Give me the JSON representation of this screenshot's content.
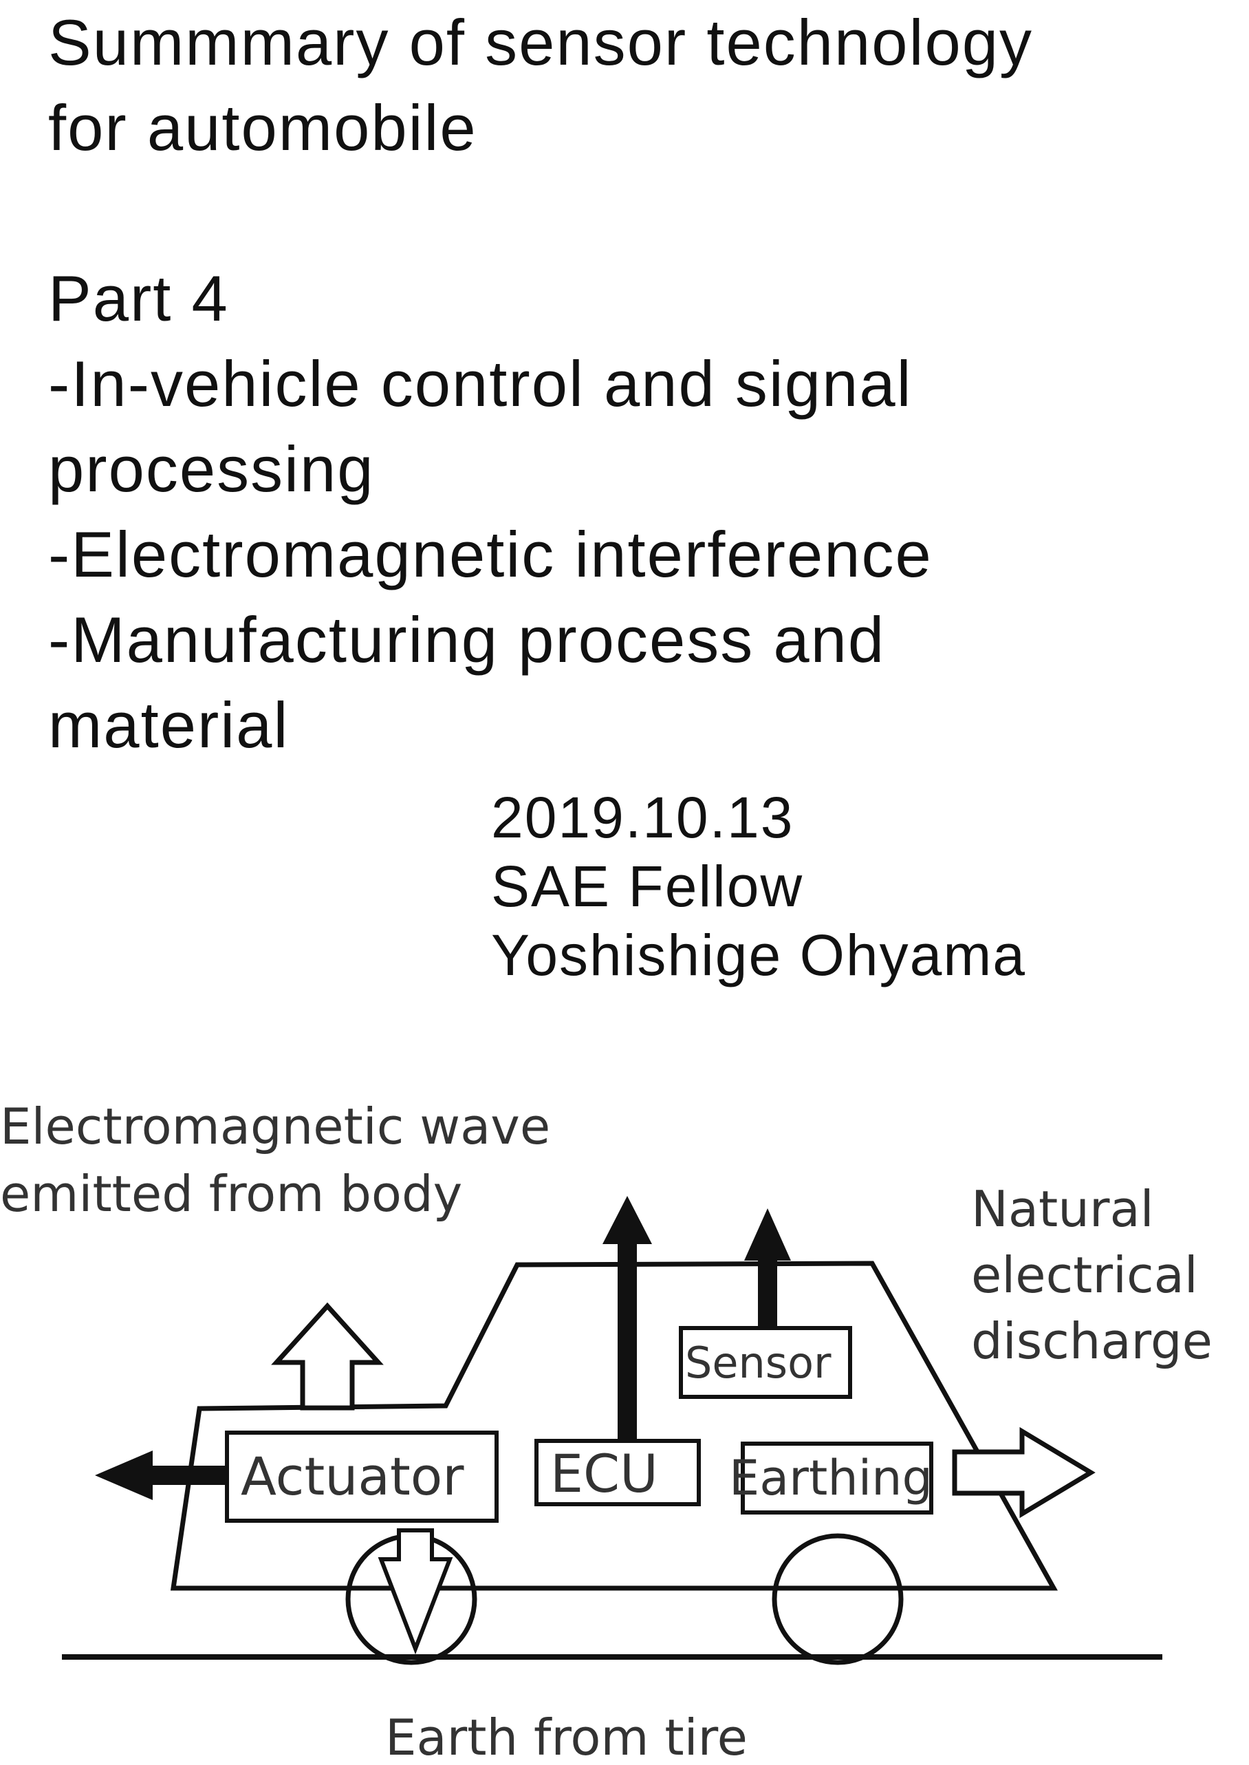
{
  "title": {
    "line1": "Summmary of sensor technology",
    "line2": "for automobile",
    "part": "Part 4",
    "topic1_line1": "-In-vehicle control and signal",
    "topic1_line2": "processing",
    "topic2": "-Electromagnetic interference",
    "topic3_line1": "-Manufacturing process and",
    "topic3_line2": "material"
  },
  "meta": {
    "date": "2019.10.13",
    "affiliation": "SAE Fellow",
    "author": "Yoshishige Ohyama"
  },
  "diagram": {
    "label_em_wave_1": "Electromagnetic wave",
    "label_em_wave_2": "emitted from body",
    "label_natural_1": "Natural",
    "label_natural_2": "electrical",
    "label_natural_3": "discharge",
    "box_sensor": "Sensor",
    "box_actuator": "Actuator",
    "box_ecu": "ECU",
    "box_earthing": "Earthing",
    "label_earth": "Earth from tire"
  }
}
